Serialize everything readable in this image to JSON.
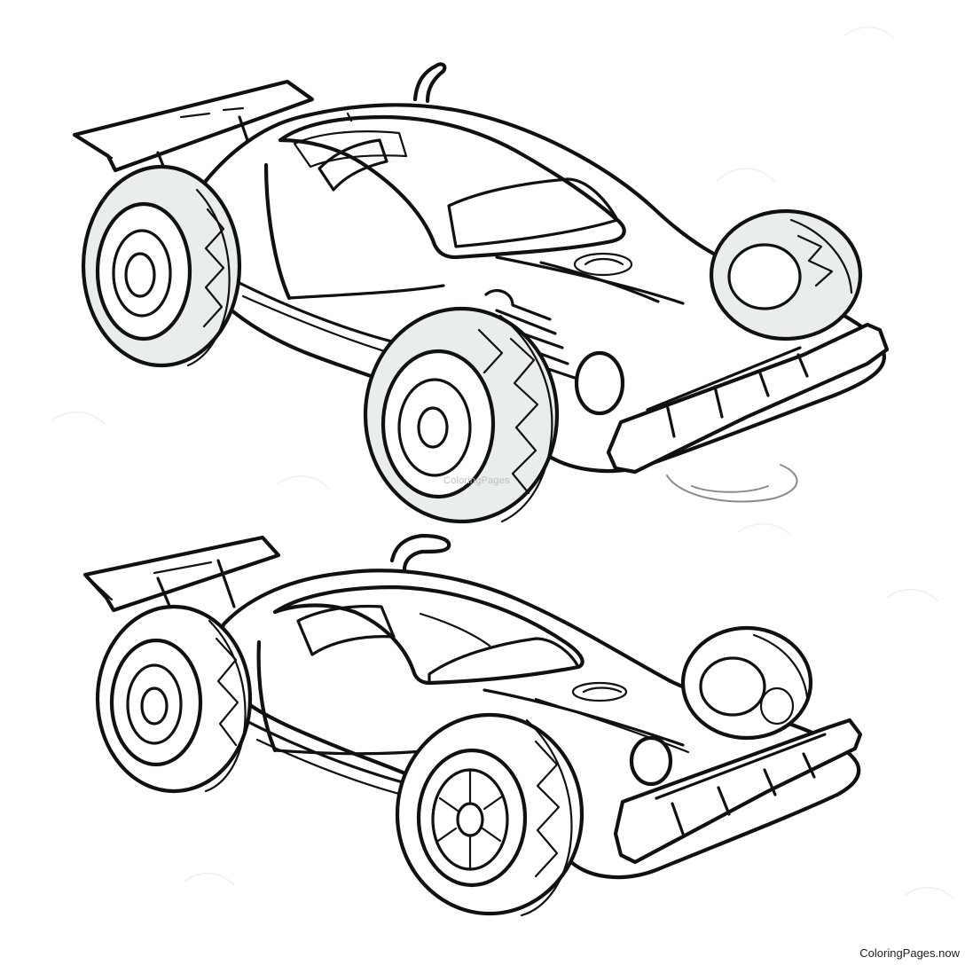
{
  "image": {
    "subject": "race-car-coloring-page",
    "watermark_text": "ColoringPages",
    "credit_text": "ColoringPages.now",
    "colors": {
      "background": "#ffffff",
      "line": "#111111",
      "tire_fill": "#e9eeea",
      "watermark": "#bdbdbd"
    }
  }
}
